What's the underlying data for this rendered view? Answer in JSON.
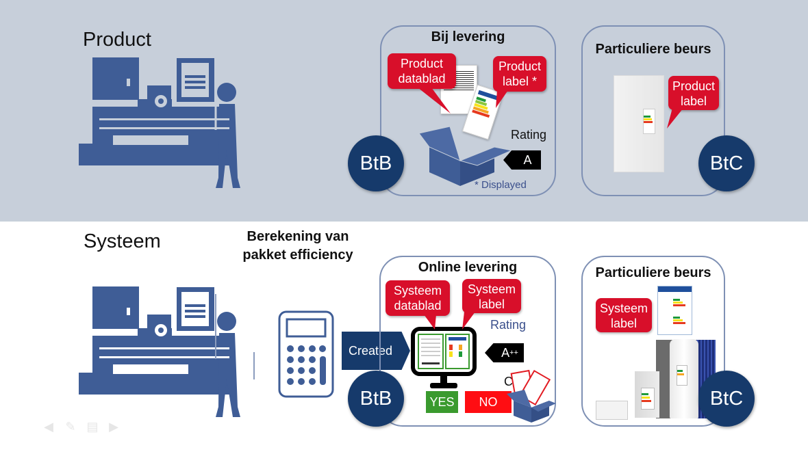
{
  "top": {
    "title": "Product",
    "panel_btb": {
      "title": "Bij levering",
      "callout_datasheet": "Product datablad",
      "callout_label": "Product label *",
      "rating_label": "Rating",
      "rating_value": "A",
      "footnote": "* Displayed",
      "badge": "BtB"
    },
    "panel_btc": {
      "title": "Particuliere beurs",
      "callout_label": "Product label",
      "badge": "BtC"
    }
  },
  "bottom": {
    "title": "Systeem",
    "calc_heading_line1": "Berekening van",
    "calc_heading_line2": "pakket efficiency",
    "created_label": "Created",
    "panel_btb": {
      "title": "Online levering",
      "callout_datasheet": "Systeem datablad",
      "callout_label": "Systeem label",
      "rating_label": "Rating",
      "rating_value": "A++",
      "yes_label": "YES",
      "no_label": "NO",
      "partial_letter": "C",
      "badge": "BtB"
    },
    "panel_btc": {
      "title": "Particuliere beurs",
      "callout_label": "Systeem label",
      "badge": "BtC"
    }
  },
  "nav": {
    "icons": [
      "prev-arrow-icon",
      "pen-icon",
      "menu-icon",
      "next-arrow-icon"
    ]
  },
  "colors": {
    "navy": "#163a6b",
    "pictogram_blue": "#3f5d96",
    "callout_red": "#d80f2a",
    "band_top": "#c7cfda"
  }
}
